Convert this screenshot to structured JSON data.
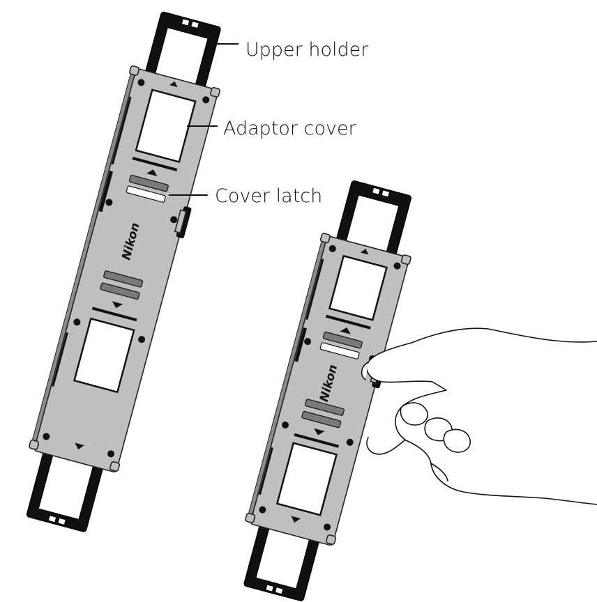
{
  "labels": {
    "upper_holder": "Upper holder",
    "adaptor_cover": "Adaptor cover",
    "cover_latch": "Cover latch"
  },
  "brand_text": "Nikon",
  "colors": {
    "holder": "#111111",
    "plate": "#bfbfbf",
    "plate_shadow": "#8c8c8c",
    "slot_dark": "#7a7a7a",
    "background": "#ffffff"
  }
}
